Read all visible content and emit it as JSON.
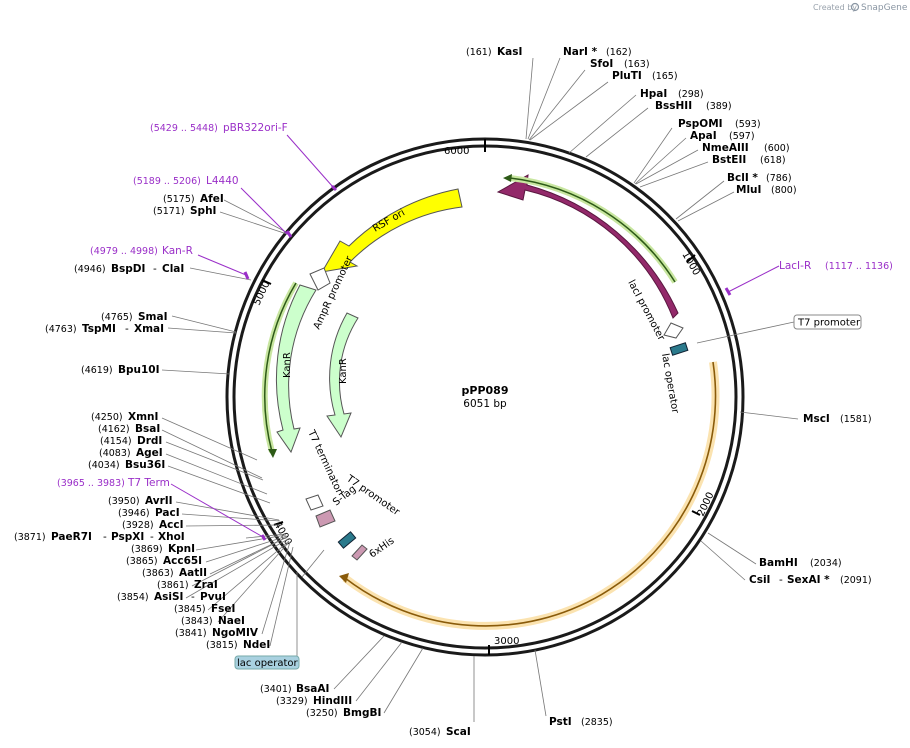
{
  "credit": {
    "created_by": "Created by",
    "brand": "SnapGene"
  },
  "plasmid": {
    "name": "pPP089",
    "size": "6051 bp"
  },
  "ticks": [
    "6000",
    "1000",
    "2000",
    "3000",
    "4000",
    "5000"
  ],
  "features": {
    "rsf_ori": "RSF ori",
    "laci": "lacI",
    "laci_promoter": "lacI promoter",
    "lac_operator_right": "lac operator",
    "ampr_promoter": "AmpR promoter",
    "kanr_outer": "KanR",
    "kanr_inner": "KanR",
    "t7_terminator": "T7 terminator",
    "t7_promoter_inner": "T7 promoter",
    "s_tag": "S-Tag",
    "six_his": "6xHis",
    "t7_promoter_box": "T7 promoter",
    "lac_operator_box": "lac operator"
  },
  "primers": [
    {
      "pos": "(5429 .. 5448)",
      "name": "pBR322ori-F"
    },
    {
      "pos": "(5189 .. 5206)",
      "name": "L4440"
    },
    {
      "pos": "(4979 .. 4998)",
      "name": "Kan-R"
    },
    {
      "name": "LacI-R",
      "pos": "(1117 .. 1136)"
    },
    {
      "pos": "(3965 .. 3983)",
      "name": "T7 Term"
    }
  ],
  "sites_top": [
    {
      "pos": "(161)",
      "name": "KasI"
    },
    {
      "name": "NarI *",
      "pos": "(162)"
    },
    {
      "name": "SfoI",
      "pos": "(163)"
    },
    {
      "name": "PluTI",
      "pos": "(165)"
    },
    {
      "name": "HpaI",
      "pos": "(298)"
    },
    {
      "name": "BssHII",
      "pos": "(389)"
    },
    {
      "name": "PspOMI",
      "pos": "(593)"
    },
    {
      "name": "ApaI",
      "pos": "(597)"
    },
    {
      "name": "NmeAIII",
      "pos": "(600)"
    },
    {
      "name": "BstEII",
      "pos": "(618)"
    },
    {
      "name": "BclI *",
      "pos": "(786)"
    },
    {
      "name": "MluI",
      "pos": "(800)"
    }
  ],
  "sites_right": [
    {
      "name": "MscI",
      "pos": "(1581)"
    },
    {
      "name": "BamHI",
      "pos": "(2034)"
    },
    {
      "name": "CsiI",
      "sep": "-",
      "name2": "SexAI *",
      "pos": "(2091)"
    },
    {
      "name": "PstI",
      "pos": "(2835)"
    }
  ],
  "sites_left": [
    {
      "pos": "(5175)",
      "name": "AfeI"
    },
    {
      "pos": "(5171)",
      "name": "SphI"
    },
    {
      "pos": "(4946)",
      "name": "BspDI",
      "sep": "-",
      "name2": "ClaI"
    },
    {
      "pos": "(4765)",
      "name": "SmaI"
    },
    {
      "pos": "(4763)",
      "name": "TspMI",
      "sep": "-",
      "name2": "XmaI"
    },
    {
      "pos": "(4619)",
      "name": "Bpu10I"
    },
    {
      "pos": "(4250)",
      "name": "XmnI"
    },
    {
      "pos": "(4162)",
      "name": "BsaI"
    },
    {
      "pos": "(4154)",
      "name": "DrdI"
    },
    {
      "pos": "(4083)",
      "name": "AgeI"
    },
    {
      "pos": "(4034)",
      "name": "Bsu36I"
    },
    {
      "pos": "(3950)",
      "name": "AvrII"
    },
    {
      "pos": "(3946)",
      "name": "PacI"
    },
    {
      "pos": "(3928)",
      "name": "AccI"
    },
    {
      "pos": "(3871)",
      "name": "PaeR7I",
      "sep": "-",
      "name2": "PspXI",
      "sep2": "-",
      "name3": "XhoI"
    },
    {
      "pos": "(3869)",
      "name": "KpnI"
    },
    {
      "pos": "(3865)",
      "name": "Acc65I"
    },
    {
      "pos": "(3863)",
      "name": "AatII"
    },
    {
      "pos": "(3861)",
      "name": "ZraI"
    },
    {
      "pos": "(3854)",
      "name": "AsiSI",
      "sep": "-",
      "name2": "PvuI"
    },
    {
      "pos": "(3845)",
      "name": "FseI"
    },
    {
      "pos": "(3843)",
      "name": "NaeI"
    },
    {
      "pos": "(3841)",
      "name": "NgoMIV"
    },
    {
      "pos": "(3815)",
      "name": "NdeI"
    }
  ],
  "sites_bottom": [
    {
      "pos": "(3401)",
      "name": "BsaAI"
    },
    {
      "pos": "(3329)",
      "name": "HindIII"
    },
    {
      "pos": "(3250)",
      "name": "BmgBI"
    },
    {
      "pos": "(3054)",
      "name": "ScaI"
    }
  ],
  "colors": {
    "backbone": "#1a1a1a",
    "rsf_ori": "#ffff00",
    "laci": "#93296a",
    "kanr": "#ccffcc",
    "orf_gold": "#f5a623",
    "primer": "#9a2fc8",
    "lac_operator": "#2b7a8c"
  }
}
